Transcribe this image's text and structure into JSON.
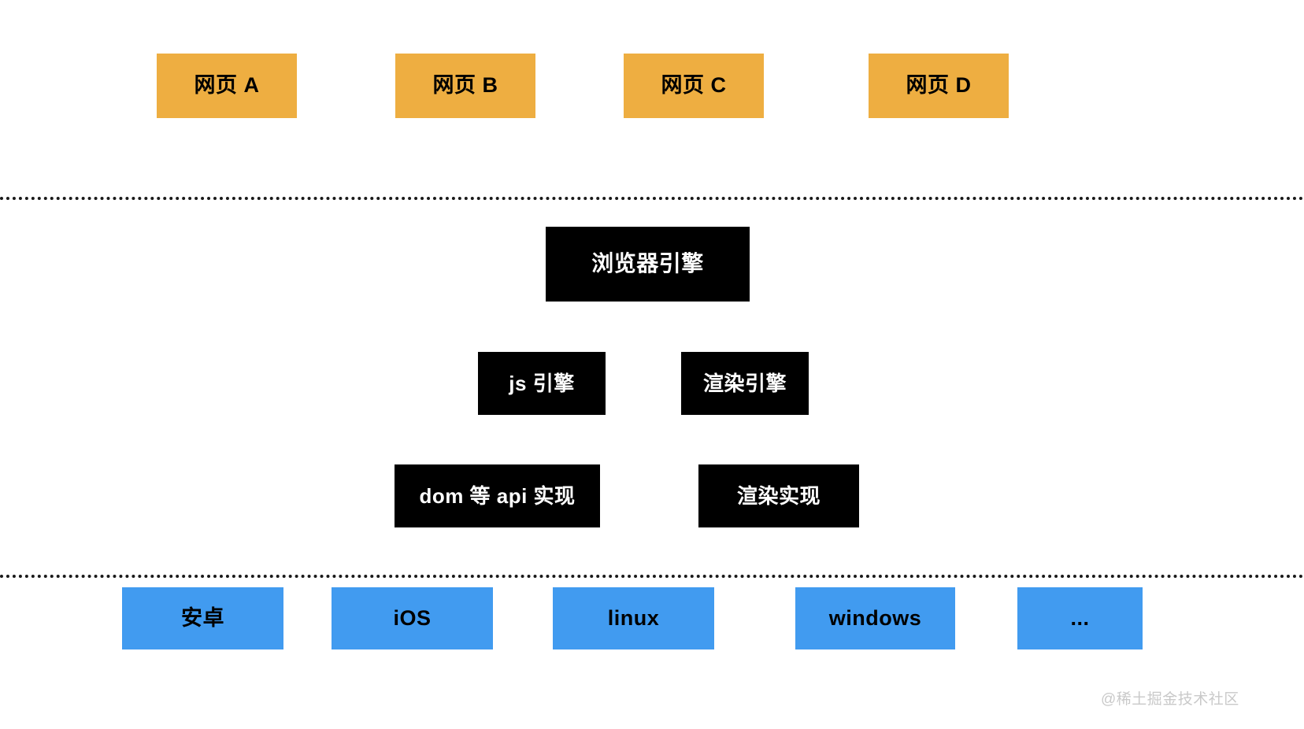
{
  "diagram": {
    "title": "browser-architecture-layers",
    "colors": {
      "web_page": "#eeae41",
      "engine": "#000000",
      "operating_system": "#419bf0",
      "divider": "#1a1a1a",
      "watermark": "#c9c9c9",
      "background": "#ffffff"
    },
    "layers": {
      "web_pages": {
        "name": "web-pages-layer",
        "items": [
          {
            "label": "网页 A"
          },
          {
            "label": "网页 B"
          },
          {
            "label": "网页 C"
          },
          {
            "label": "网页 D"
          }
        ]
      },
      "browser": {
        "name": "browser-engine-layer",
        "root": {
          "label": "浏览器引擎"
        },
        "engines": [
          {
            "label": "js 引擎"
          },
          {
            "label": "渲染引擎"
          }
        ],
        "implementations": [
          {
            "label": "dom 等 api 实现"
          },
          {
            "label": "渲染实现"
          }
        ]
      },
      "operating_systems": {
        "name": "operating-system-layer",
        "items": [
          {
            "label": "安卓"
          },
          {
            "label": "iOS"
          },
          {
            "label": "linux"
          },
          {
            "label": "windows"
          },
          {
            "label": "..."
          }
        ]
      }
    },
    "dividers": [
      {
        "name": "divider-top"
      },
      {
        "name": "divider-bottom"
      }
    ],
    "watermark": {
      "text": "@稀土掘金技术社区"
    }
  }
}
